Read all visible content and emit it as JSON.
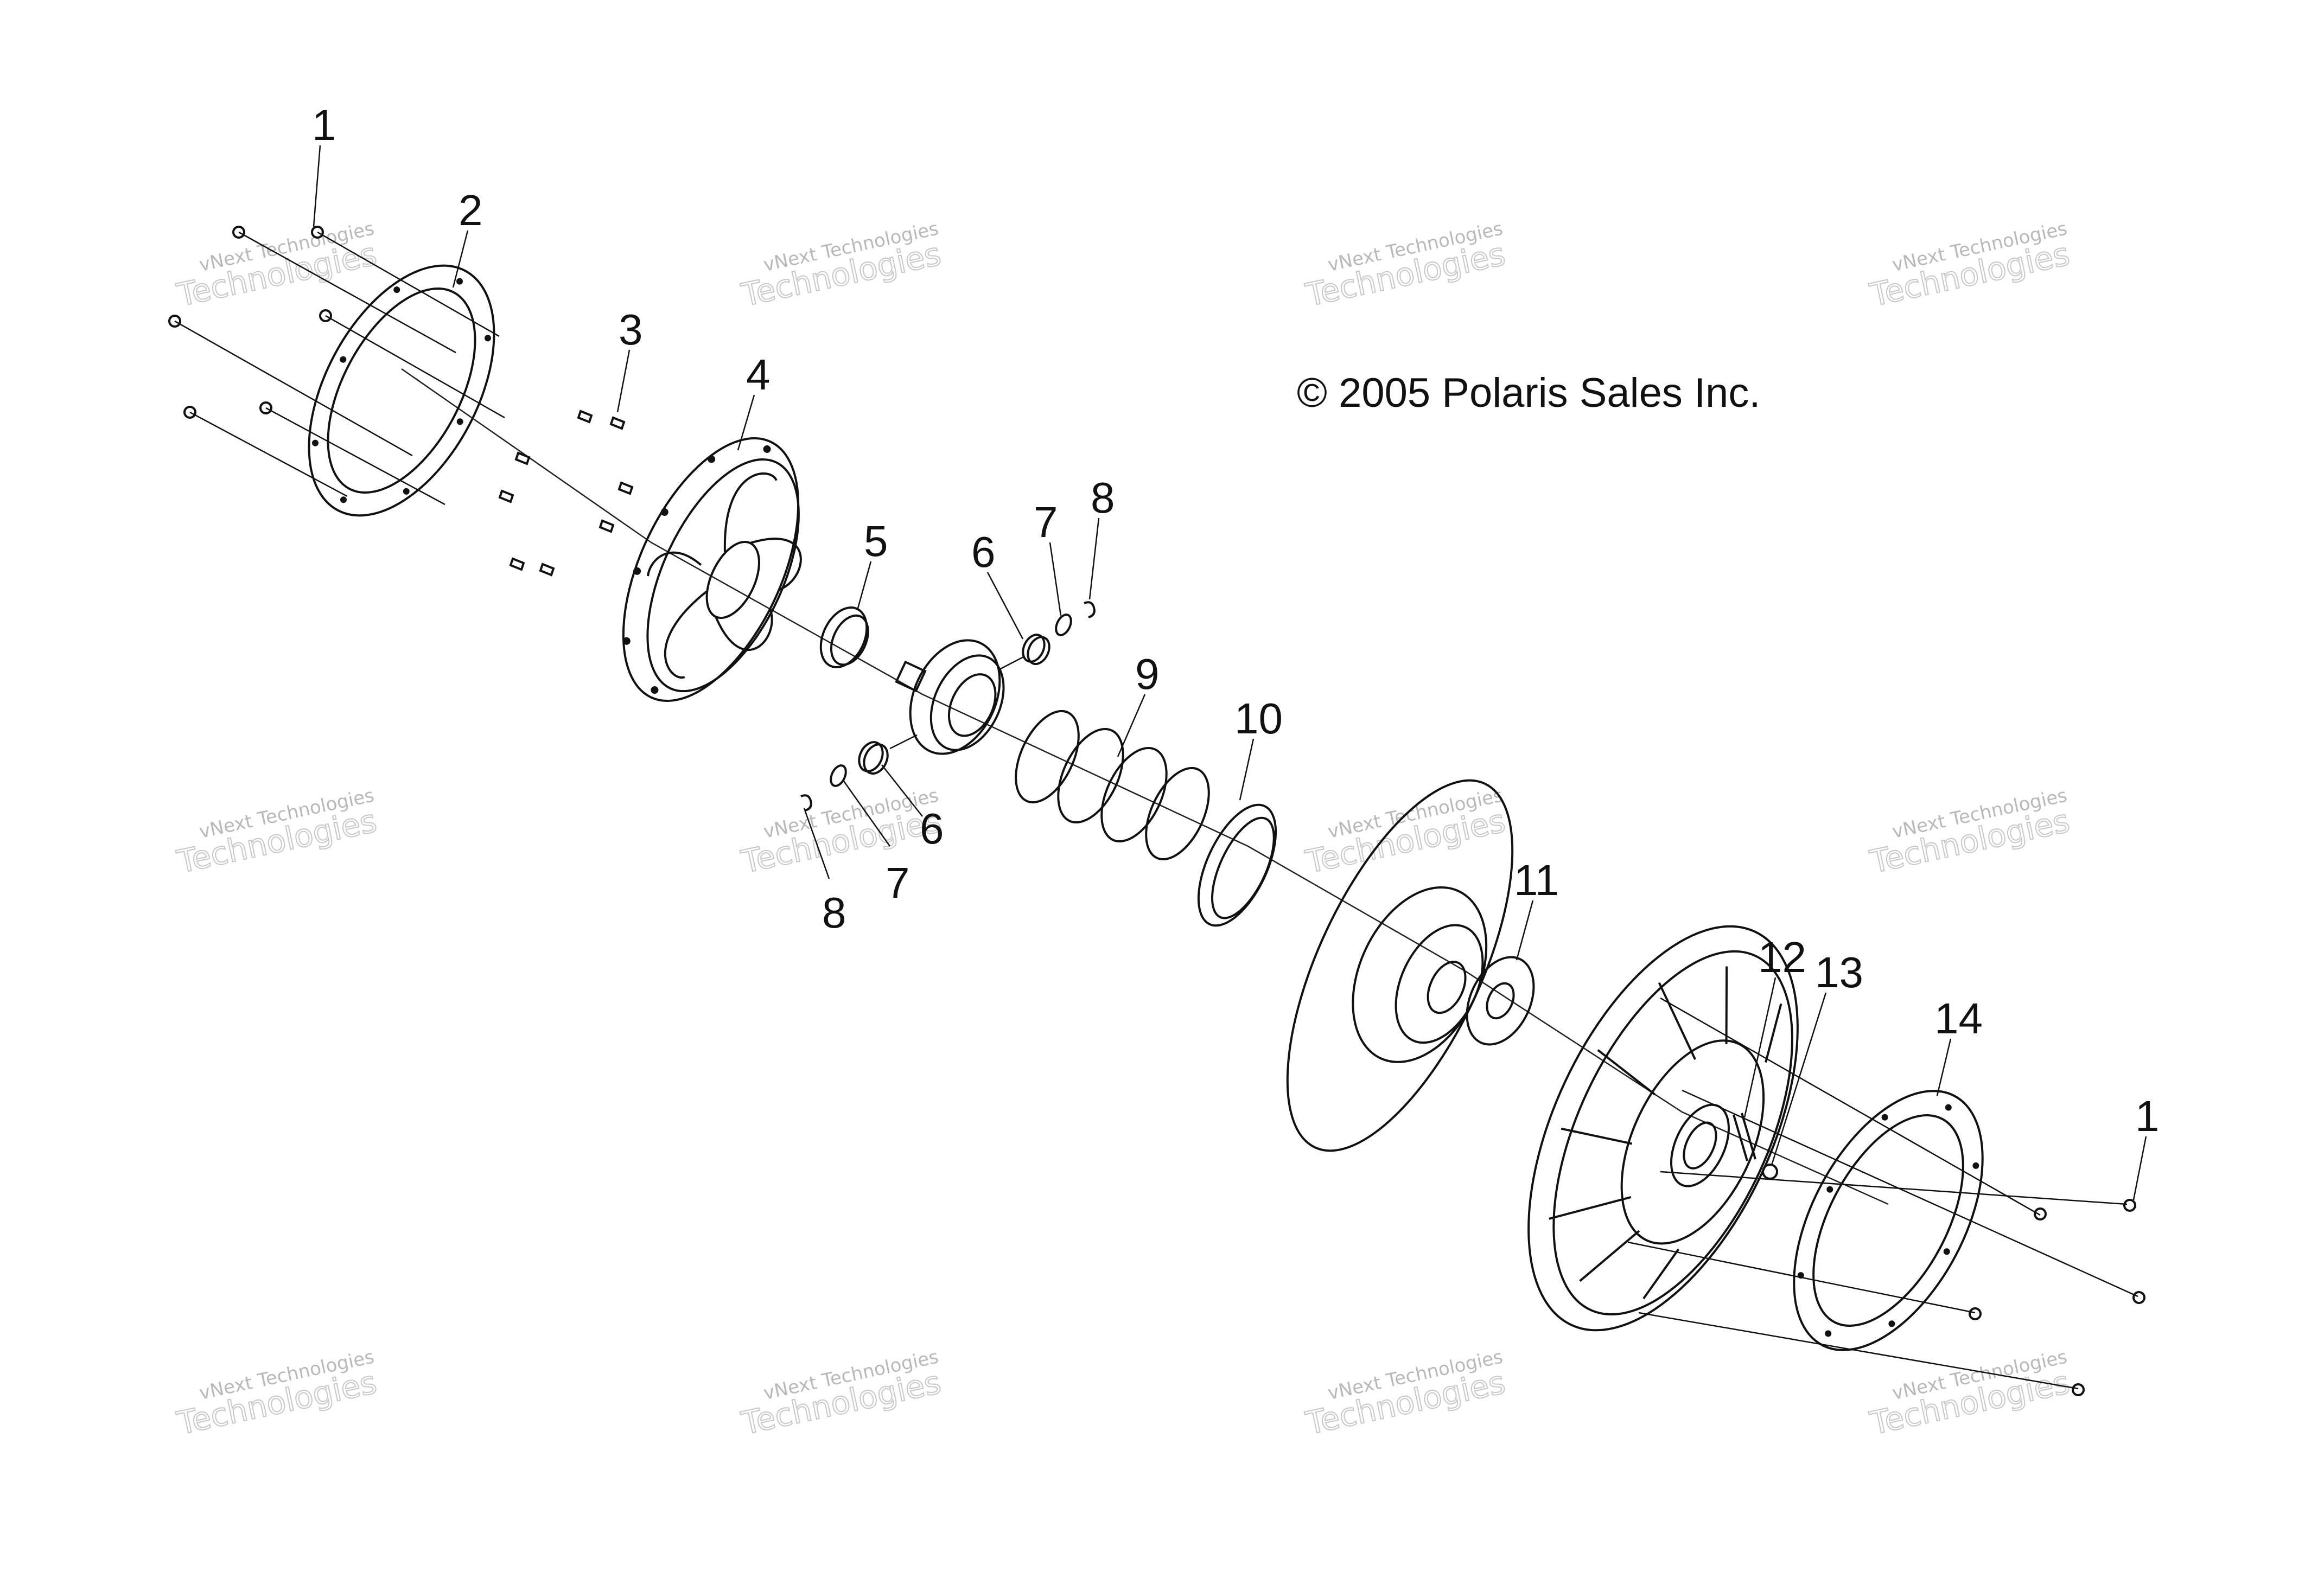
{
  "diagram": {
    "copyright": "© 2005 Polaris Sales Inc.",
    "watermark": {
      "line1": "vNext Technologies",
      "line2": "Technologies"
    },
    "callouts": [
      {
        "id": "c1a",
        "text": "1"
      },
      {
        "id": "c2",
        "text": "2"
      },
      {
        "id": "c3",
        "text": "3"
      },
      {
        "id": "c4",
        "text": "4"
      },
      {
        "id": "c5",
        "text": "5"
      },
      {
        "id": "c6a",
        "text": "6"
      },
      {
        "id": "c7a",
        "text": "7"
      },
      {
        "id": "c8a",
        "text": "8"
      },
      {
        "id": "c9",
        "text": "9"
      },
      {
        "id": "c10",
        "text": "10"
      },
      {
        "id": "c6b",
        "text": "6"
      },
      {
        "id": "c7b",
        "text": "7"
      },
      {
        "id": "c8b",
        "text": "8"
      },
      {
        "id": "c11",
        "text": "11"
      },
      {
        "id": "c12",
        "text": "12"
      },
      {
        "id": "c13",
        "text": "13"
      },
      {
        "id": "c14",
        "text": "14"
      },
      {
        "id": "c1b",
        "text": "1"
      }
    ],
    "colors": {
      "line": "#111111",
      "watermark": "#c8c8c8",
      "background": "#ffffff"
    }
  }
}
